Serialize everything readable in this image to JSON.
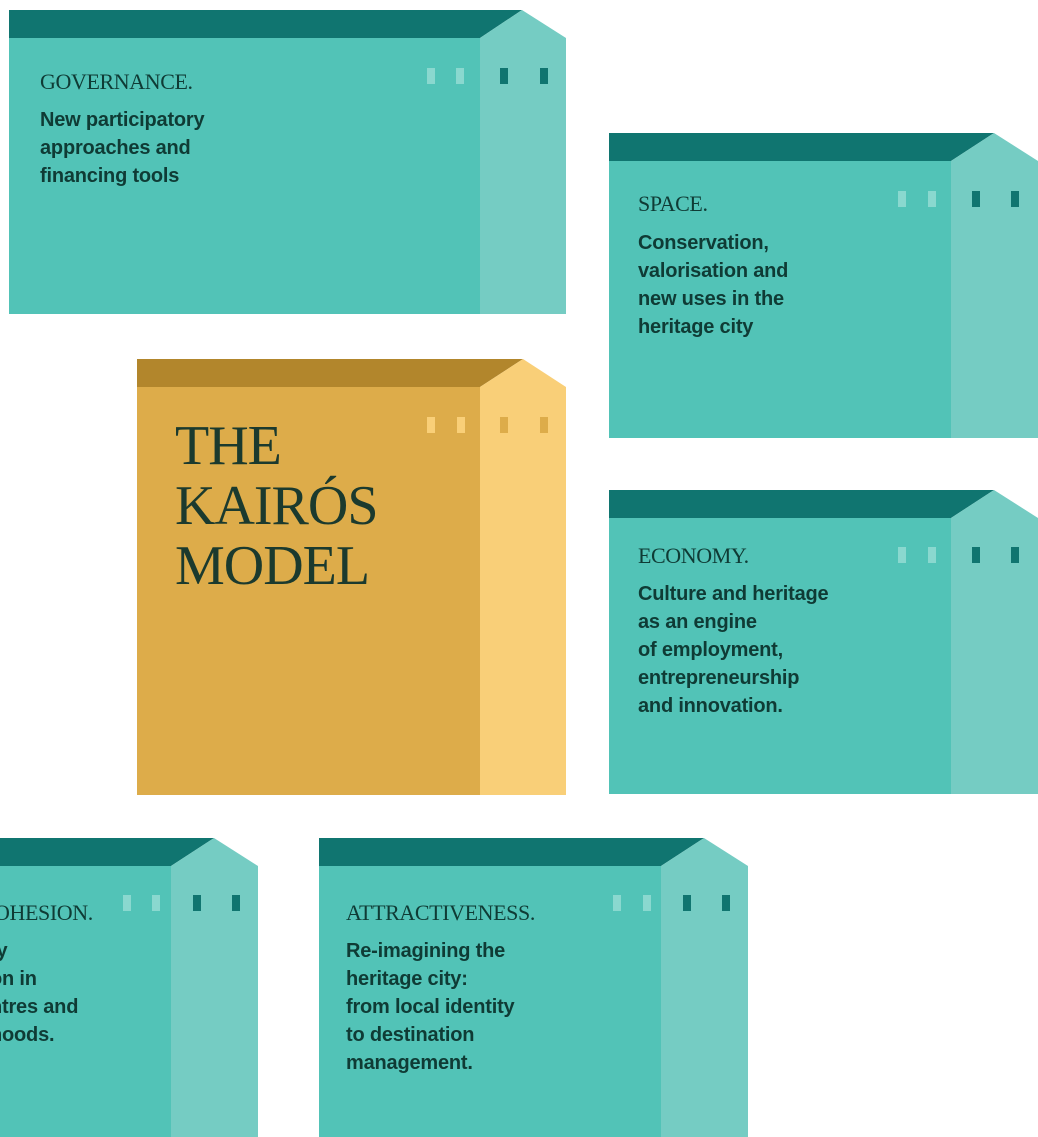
{
  "colors": {
    "teal_roof": "#107570",
    "teal_front": "#52c3b7",
    "teal_side": "#75ccc3",
    "teal_window_light": "#8ad8cf",
    "teal_window_dark": "#107570",
    "gold_roof": "#b2862c",
    "gold_front": "#ddac4a",
    "gold_side": "#f9cf78",
    "gold_window_light": "#f9cf78",
    "gold_window_dark": "#ddac4a",
    "text_dark": "#0f3b35"
  },
  "center": {
    "title": "THE\nKAIRÓS\nMODEL"
  },
  "pillars": {
    "governance": {
      "category": "GOVERNANCE.",
      "description": "New participatory\napproaches and\nfinancing tools"
    },
    "space": {
      "category": "SPACE.",
      "description": "Conservation,\nvalorisation and\nnew uses in the\nheritage city"
    },
    "economy": {
      "category": "ECONOMY.",
      "description": "Culture and heritage\nas an engine\nof employment,\nentrepreneurship\nand innovation."
    },
    "cohesion": {
      "category": "OHESION.",
      "description": "ty\non in\nntres and\nhoods."
    },
    "attractiveness": {
      "category": "ATTRACTIVENESS.",
      "description": "Re-imagining the\nheritage city:\nfrom local identity\nto destination\nmanagement."
    }
  }
}
